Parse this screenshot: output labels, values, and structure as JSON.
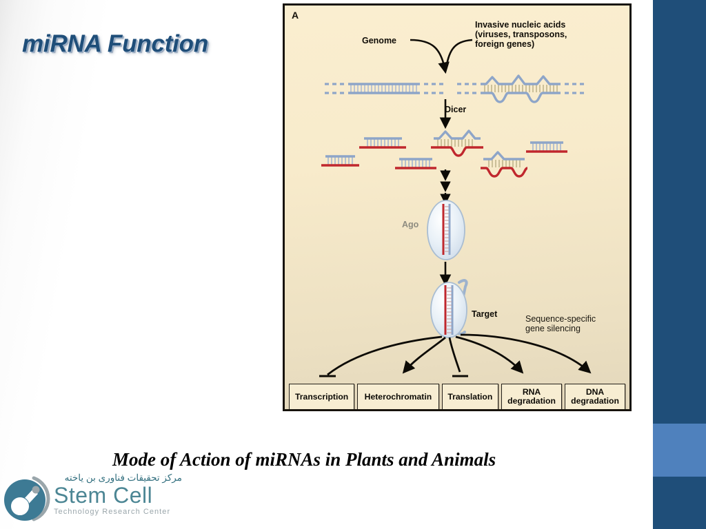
{
  "slide": {
    "title": "miRNA Function",
    "caption": "Mode of Action of miRNAs in Plants and Animals",
    "background_color": "#ffffff",
    "accent_color": "#1f4e79",
    "accent_light_color": "#4f81bd"
  },
  "figure": {
    "panel_letter": "A",
    "frame_color": "#17130c",
    "fill_color": "#f8ebcb",
    "labels": {
      "genome": "Genome",
      "invasive": "Invasive nucleic acids\n(viruses, transposons,\nforeign genes)",
      "dicer": "Dicer",
      "ago": "Ago",
      "target": "Target",
      "silencing": "Sequence-specific\ngene silencing"
    },
    "strand_colors": {
      "blue": "#8ea5c8",
      "red": "#c0272d",
      "rung_blue": "#9fb2cf",
      "rung_red": "#cf4a4a"
    },
    "outcomes": [
      {
        "label": "Transcription",
        "arrow": "blunt"
      },
      {
        "label": "Heterochromatin",
        "arrow": "arrowhead"
      },
      {
        "label": "Translation",
        "arrow": "blunt"
      },
      {
        "label": "RNA\ndegradation",
        "arrow": "arrowhead"
      },
      {
        "label": "DNA\ndegradation",
        "arrow": "arrowhead"
      }
    ]
  },
  "logo": {
    "persian": "مرکز تحقیقات فناوری بن یاخته",
    "name": "Stem Cell",
    "subtitle": "Technology Research Center",
    "mark_color": "#3d7a94",
    "name_color": "#4c8694"
  }
}
